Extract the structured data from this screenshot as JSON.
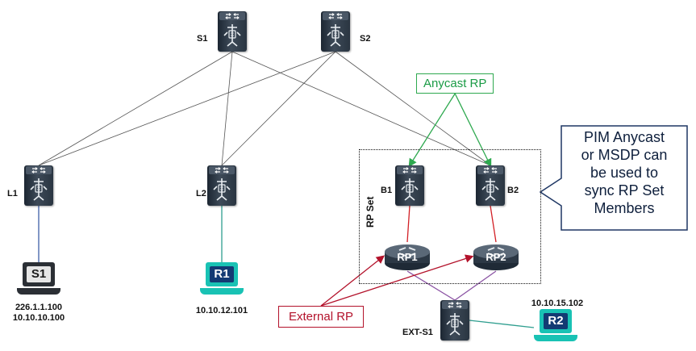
{
  "nodes": {
    "spines": [
      {
        "id": "S1",
        "label": "S1"
      },
      {
        "id": "S2",
        "label": "S2"
      }
    ],
    "leaves": [
      {
        "id": "L1",
        "label": "L1"
      },
      {
        "id": "L2",
        "label": "L2"
      }
    ],
    "borders": [
      {
        "id": "B1",
        "label": "B1"
      },
      {
        "id": "B2",
        "label": "B2"
      }
    ],
    "ext_switch": {
      "id": "EXT-S1",
      "label": "EXT-S1"
    },
    "routers": [
      {
        "id": "RP1",
        "label": "RP1"
      },
      {
        "id": "RP2",
        "label": "RP2"
      }
    ],
    "hosts": [
      {
        "id": "S1-host",
        "label": "S1",
        "addresses": [
          "226.1.1.100",
          "10.10.10.100"
        ]
      },
      {
        "id": "R1-host",
        "label": "R1",
        "addresses": [
          "10.10.12.101"
        ]
      },
      {
        "id": "R2-host",
        "label": "R2",
        "addresses": [
          "10.10.15.102"
        ]
      }
    ]
  },
  "rp_set_label": "RP Set",
  "callouts": {
    "anycast_rp": "Anycast RP",
    "external_rp": "External RP",
    "pim_anycast": [
      "PIM Anycast",
      "or MSDP can",
      "be used to",
      "sync RP Set",
      "Members"
    ]
  },
  "colors": {
    "anycast": "#2ea94f",
    "external": "#b3122b",
    "callout_border": "#1f3764",
    "host_link": "#3e5fa8",
    "teal_link": "#2f9e8f",
    "rp_link": "#d21f25",
    "ext_link": "#8a52a3",
    "fabric_link": "#555555"
  }
}
